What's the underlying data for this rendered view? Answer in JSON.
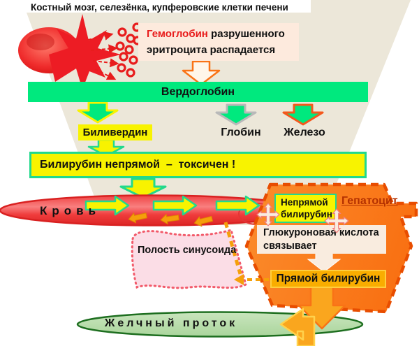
{
  "header": {
    "title": "Костный мозг, селезёнка, купферовские клетки печени"
  },
  "breakdown": {
    "hemoglobin": "Гемоглобин",
    "rest": " разрушенного эритроцита распадается"
  },
  "chain": {
    "verdoglobin": "Вердоглобин",
    "biliverdin": "Биливердин",
    "globin": "Глобин",
    "iron": "Железо",
    "indirect_warning": "Билирубин непрямой  –  токсичен !"
  },
  "blood": {
    "label": "Кровь"
  },
  "sinusoid": {
    "label": "Полость синусоида"
  },
  "hepatocyte": {
    "title": "Гепатоцит",
    "indirect_bilirubin": "Непрямой билирубин",
    "glucuronic_acid": "Глюкуроновая кислота связывает",
    "direct_bilirubin": "Прямой билирубин"
  },
  "bile_duct": {
    "label": "Желчный проток"
  },
  "colors": {
    "background": "#ffffff",
    "panel_beige": "#ece7d9",
    "bright_green": "#00e97e",
    "bright_yellow": "#f8f300",
    "green_border": "#22d98c",
    "orange": "#f97316",
    "orange_dark": "#e84d00",
    "amber": "#f9ad00",
    "blood_red": "#ee3a3a",
    "red": "#e81c1c",
    "cream": "#f9ecdf",
    "pink_panel": "#fdeadd",
    "pink_blob": "#fbdde6",
    "light_green": "#b7dcaa",
    "dark_green": "#1d6e1f",
    "hepatocyte_label": "#b33000",
    "gray_border": "#b9b9b9",
    "iron_border": "#f4581c"
  }
}
